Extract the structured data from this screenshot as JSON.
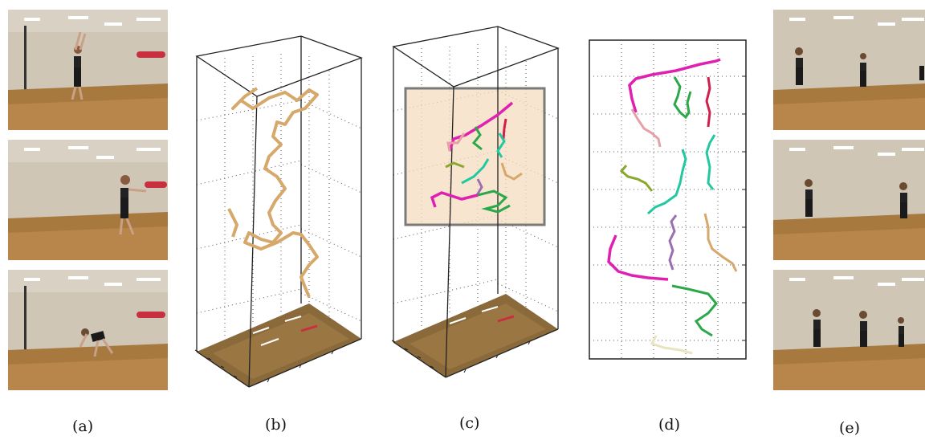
{
  "figure": {
    "captions": {
      "a": "(a)",
      "b": "(b)",
      "c": "(c)",
      "d": "(d)",
      "e": "(e)"
    }
  },
  "panels": {
    "a": {
      "type": "video-frames",
      "frames": 3,
      "dancers_per_frame": [
        1,
        1,
        1
      ]
    },
    "b": {
      "type": "3d-trajectory-volume",
      "trajectory_color": "#d6a86b"
    },
    "c": {
      "type": "3d-trajectory-volume-segmented",
      "highlight_fill": "#f6dcc0",
      "highlight_stroke": "#7a7a7a"
    },
    "d": {
      "type": "2d-segmented-trajectories"
    },
    "e": {
      "type": "video-frames",
      "frames": 3,
      "dancers_per_frame": [
        3,
        2,
        3
      ]
    }
  },
  "colors": {
    "magenta": "#e020b0",
    "pink": "#e8a0a8",
    "green": "#2aa84a",
    "teal": "#22c8a0",
    "olive": "#8aa830",
    "purple": "#9a70b0",
    "red": "#d0204a",
    "tan": "#d6a86b",
    "cream": "#e8e4c0",
    "grid": "#555555",
    "box": "#222222"
  }
}
